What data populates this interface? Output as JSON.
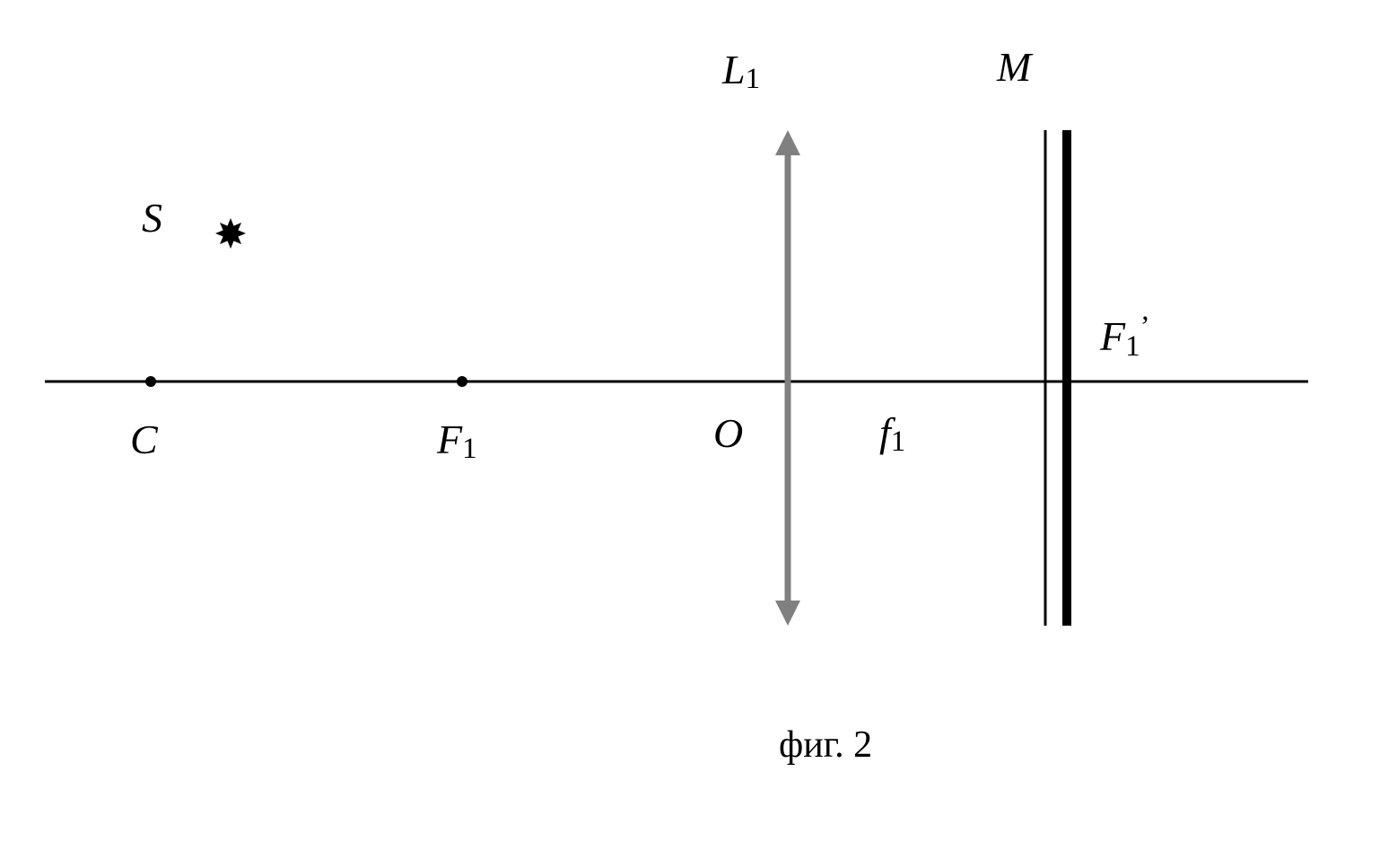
{
  "labels": {
    "lens": {
      "main": "L",
      "sub": "1"
    },
    "mirror": {
      "main": "M"
    },
    "source": {
      "main": "S"
    },
    "image_focus": {
      "main": "F",
      "sub": "1",
      "prime": "’"
    },
    "center": {
      "main": "C"
    },
    "focus": {
      "main": "F",
      "sub": "1"
    },
    "lens_center": {
      "main": "O"
    },
    "focal_length": {
      "main": "f",
      "sub": "1"
    }
  },
  "caption": "фиг. 2",
  "colors": {
    "axis": "#000000",
    "lens": "#808080",
    "mirror": "#000000",
    "text": "#000000"
  },
  "icons": {
    "source": "star-icon",
    "point": "dot-icon",
    "lens": "double-arrow-icon"
  }
}
